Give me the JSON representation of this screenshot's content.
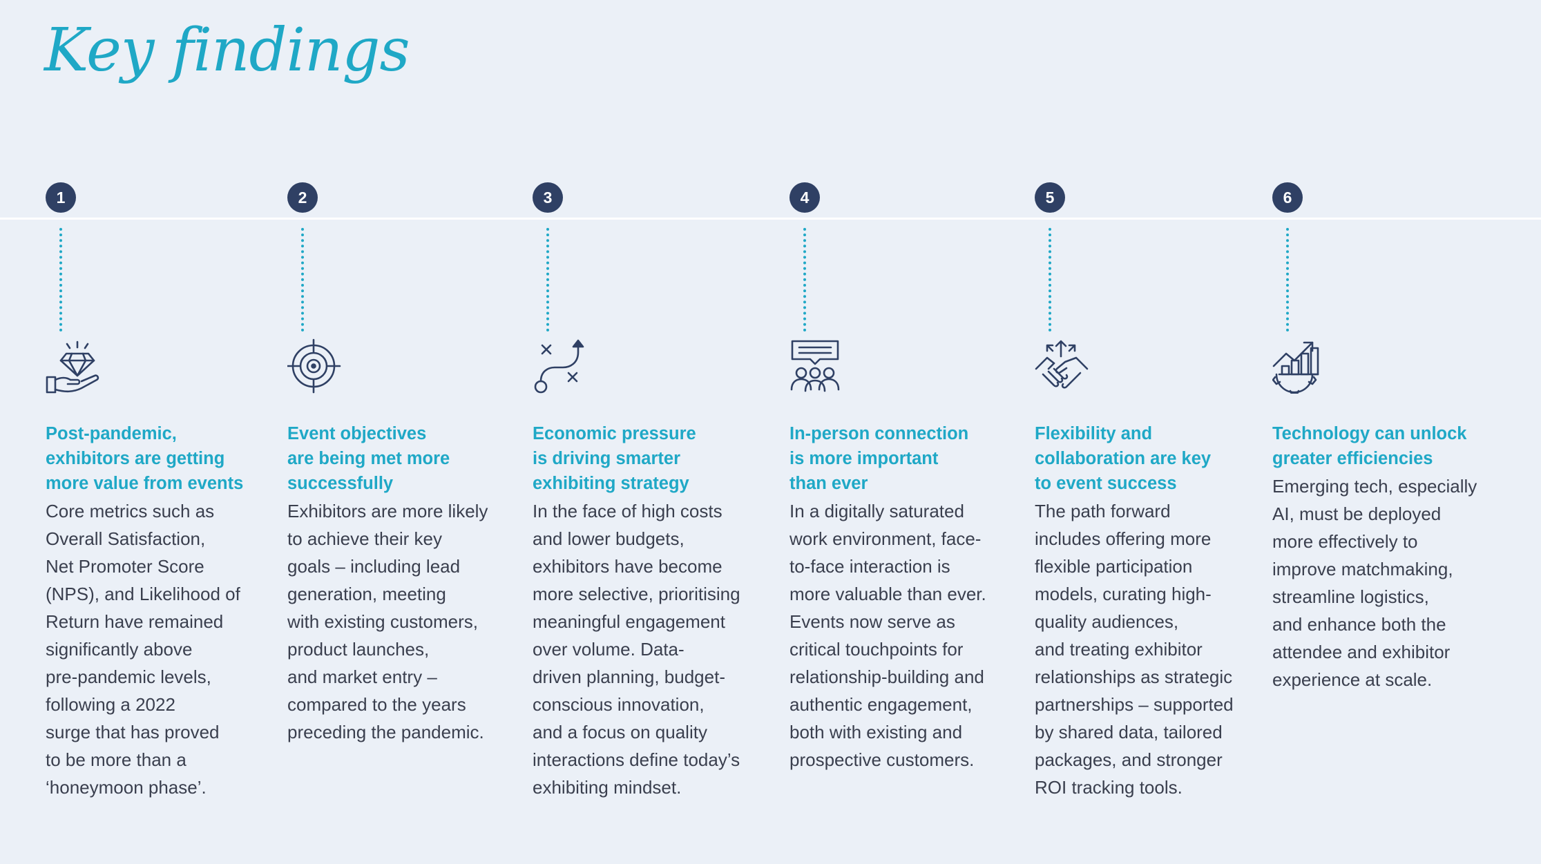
{
  "page": {
    "title": "Key findings"
  },
  "colors": {
    "accent": "#1fa8c6",
    "badge": "#2f4064",
    "background": "#ebf0f7",
    "text": "#3a3f4e"
  },
  "findings": [
    {
      "number": "1",
      "icon": "hand-diamond-icon",
      "title": "Post-pandemic,\nexhibitors are getting\nmore value from events",
      "body": "Core metrics such as\nOverall Satisfaction,\nNet Promoter Score\n(NPS), and Likelihood of\nReturn have remained\nsignificantly above\npre-pandemic levels,\nfollowing a 2022\nsurge that has proved\nto be more than a\n‘honeymoon phase’."
    },
    {
      "number": "2",
      "icon": "target-icon",
      "title": "Event objectives\nare being met more\nsuccessfully",
      "body": "Exhibitors are more likely\nto achieve their key\ngoals – including lead\ngeneration, meeting\nwith existing customers,\nproduct launches,\nand market entry –\ncompared to the years\npreceding the pandemic."
    },
    {
      "number": "3",
      "icon": "strategy-path-icon",
      "title": "Economic pressure\nis driving smarter\nexhibiting strategy",
      "body": "In the face of high costs\nand lower budgets,\nexhibitors have become\nmore selective, prioritising\nmeaningful engagement\nover volume. Data-\ndriven planning, budget-\nconscious innovation,\nand a focus on quality\ninteractions define today’s\nexhibiting mindset."
    },
    {
      "number": "4",
      "icon": "people-chat-icon",
      "title": "In-person connection\nis more important\nthan ever",
      "body": "In a digitally saturated\nwork environment, face-\nto-face interaction is\nmore valuable than ever.\nEvents now serve as\ncritical touchpoints for\nrelationship-building and\nauthentic engagement,\nboth with existing and\nprospective customers."
    },
    {
      "number": "5",
      "icon": "handshake-icon",
      "title": "Flexibility and\ncollaboration are key\nto event success",
      "body": "The path forward\nincludes offering more\nflexible participation\nmodels, curating high-\nquality audiences,\nand treating exhibitor\nrelationships as strategic\npartnerships – supported\nby shared data, tailored\npackages, and stronger\nROI tracking tools."
    },
    {
      "number": "6",
      "icon": "gear-growth-chart-icon",
      "title": "Technology can unlock\ngreater efficiencies",
      "body": "Emerging tech, especially\nAI, must be deployed\nmore effectively to\nimprove matchmaking,\nstreamline logistics,\nand enhance both the\nattendee and exhibitor\nexperience at scale."
    }
  ]
}
